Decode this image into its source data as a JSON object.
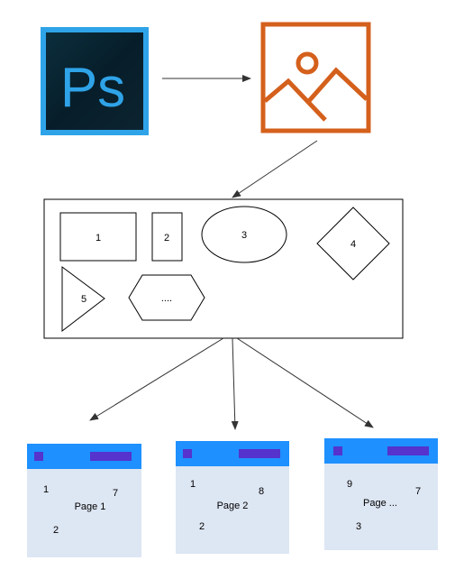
{
  "source_app": {
    "label": "Ps",
    "icon": "photoshop-icon",
    "bg": "#061E26",
    "accent": "#2FA3E8"
  },
  "target": {
    "icon": "image-icon",
    "color": "#D4601C"
  },
  "shapes": {
    "rect1": "1",
    "rect2": "2",
    "ellipse": "3",
    "diamond": "4",
    "triangle": "5",
    "hexagon": "...."
  },
  "pages": [
    {
      "title": "Page 1",
      "numbers": [
        "1",
        "7",
        "2"
      ]
    },
    {
      "title": "Page 2",
      "numbers": [
        "1",
        "8",
        "2"
      ]
    },
    {
      "title": "Page ...",
      "numbers": [
        "9",
        "7",
        "3"
      ]
    }
  ],
  "colors": {
    "page_header": "#1E90FF",
    "page_header_block": "#5533CC",
    "page_body": "#DDE6F3",
    "line": "#000000"
  }
}
